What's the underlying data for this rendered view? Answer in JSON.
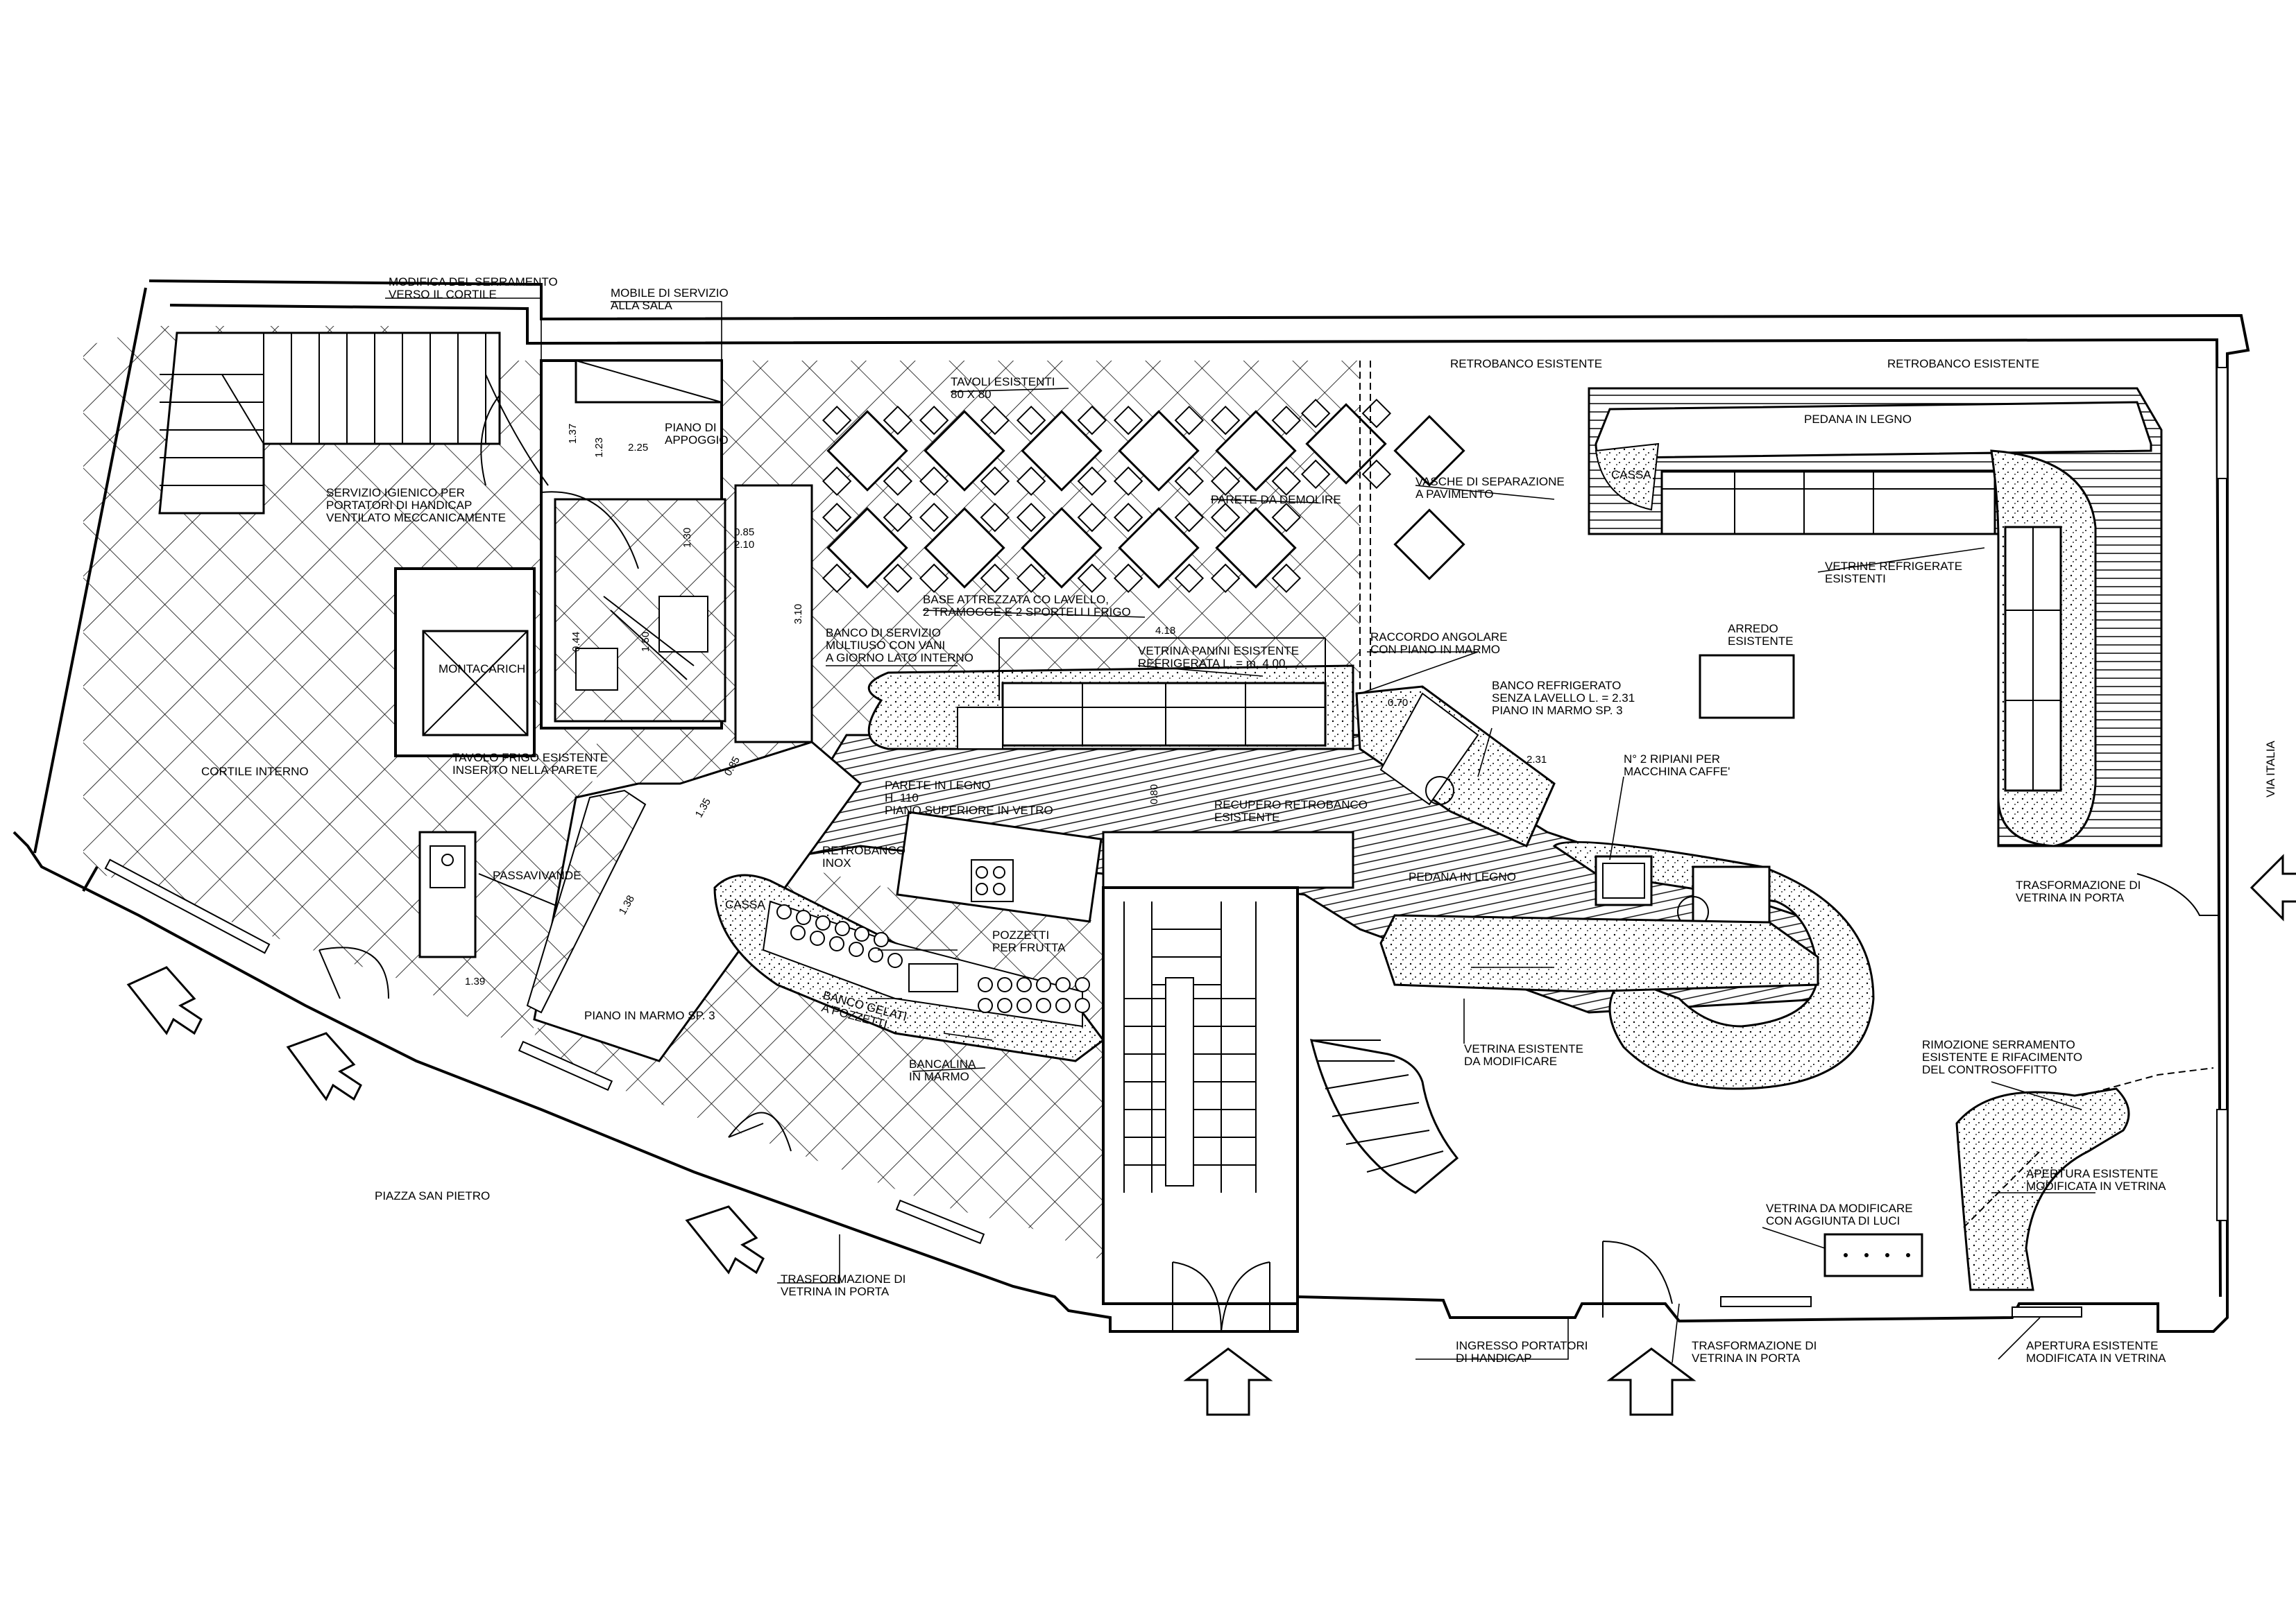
{
  "labels": {
    "modifica_serramento": [
      "MODIFICA DEL SERRAMENTO",
      "VERSO IL CORTILE"
    ],
    "mobile_servizio": [
      "MOBILE DI SERVIZIO",
      "ALLA SALA"
    ],
    "piano_appoggio": [
      "PIANO DI",
      "APPOGGIO"
    ],
    "tavoli_esistenti": [
      "TAVOLI ESISTENTI",
      "80 X 80"
    ],
    "retrobanco_1": "RETROBANCO ESISTENTE",
    "retrobanco_2": "RETROBANCO ESISTENTE",
    "pedana_legno_top": "PEDANA IN LEGNO",
    "cassa_right": "CASSA",
    "vasche_separazione": [
      "VASCHE DI SEPARAZIONE",
      "A PAVIMENTO"
    ],
    "parete_demolire": "PARETE DA DEMOLIRE",
    "servizio_igienico": [
      "SERVIZIO IGIENICO PER",
      "PORTATORI DI HANDICAP",
      "VENTILATO MECCANICAMENTE"
    ],
    "vetrine_refrigerate": [
      "VETRINE REFRIGERATE",
      "ESISTENTI"
    ],
    "base_attrezzata": [
      "BASE ATTREZZATA CO LAVELLO,",
      "2 TRAMOGGE E 2 SPORTELLI FRIGO"
    ],
    "arredo_esistente": [
      "ARREDO",
      "ESISTENTE"
    ],
    "banco_servizio": [
      "BANCO DI SERVIZIO",
      "MULTIUSO CON VANI",
      "A GIORNO LATO INTERNO"
    ],
    "vetrina_panini": [
      "VETRINA PANINI ESISTENTE",
      "REFRIGERATA L. = m. 4.00"
    ],
    "raccordo_angolare": [
      "RACCORDO ANGOLARE",
      "CON PIANO IN MARMO"
    ],
    "montacarichi": "MONTACARICHI",
    "banco_refrigerato": [
      "BANCO REFRIGERATO",
      "SENZA LAVELLO L. = 2.31",
      "PIANO IN MARMO SP. 3"
    ],
    "cortile_interno": "CORTILE INTERNO",
    "tavolo_frigo": [
      "TAVOLO FRIGO ESISTENTE",
      "INSERITO NELLA PARETE"
    ],
    "parete_legno": [
      "PARETE IN LEGNO",
      "H. 110",
      "PIANO SUPERIORE IN VETRO"
    ],
    "recupero_retrobanco": [
      "RECUPERO RETROBANCO",
      "ESISTENTE"
    ],
    "ripiani": [
      "N° 2 RIPIANI PER",
      "MACCHINA CAFFE'"
    ],
    "via_italia": "VIA ITALIA",
    "passavivande": "PASSAVIVANDE",
    "retrobanco_inox": [
      "RETROBANCO",
      "INOX"
    ],
    "cassa_left": "CASSA",
    "pedana_legno_mid": "PEDANA IN LEGNO",
    "trasformazione_right": [
      "TRASFORMAZIONE DI",
      "VETRINA IN PORTA"
    ],
    "pozzetti_frutta": [
      "POZZETTI",
      "PER FRUTTA"
    ],
    "banco_gelati": [
      "BANCO GELATI",
      "A POZZETTI"
    ],
    "piano_marmo_sp3": "PIANO IN MARMO SP. 3",
    "vetrina_modificare": [
      "VETRINA ESISTENTE",
      "DA MODIFICARE"
    ],
    "rimozione_serramento": [
      "RIMOZIONE SERRAMENTO",
      "ESISTENTE E RIFACIMENTO",
      "DEL CONTROSOFFITTO"
    ],
    "bancalina": [
      "BANCALINA",
      "IN MARMO"
    ],
    "apertura_top": [
      "APERTURA ESISTENTE",
      "MODIFICATA IN VETRINA"
    ],
    "piazza_san_pietro": "PIAZZA SAN PIETRO",
    "vetrina_luci": [
      "VETRINA DA MODIFICARE",
      "CON AGGIUNTA DI LUCI"
    ],
    "trasformazione_left": [
      "TRASFORMAZIONE DI",
      "VETRINA IN PORTA"
    ],
    "ingresso_handicap": [
      "INGRESSO PORTATORI",
      "DI HANDICAP"
    ],
    "trasformazione_bottom": [
      "TRASFORMAZIONE DI",
      "VETRINA IN PORTA"
    ],
    "apertura_bottom": [
      "APERTURA ESISTENTE",
      "MODIFICATA IN VETRINA"
    ]
  },
  "dimensions": {
    "d_137": "1.37",
    "d_225": "2.25",
    "d_123": "1.23",
    "d_085": "0.85",
    "d_210": "2.10",
    "d_130": "1.30",
    "d_310": "3.10",
    "d_418": "4.18",
    "d_070": "0.70",
    "d_231": "2.31",
    "d_080": "0.80",
    "d_085b": "0.85",
    "d_135": "1.35",
    "d_138": "1.38",
    "d_139": "1.39",
    "d_044": "0.44",
    "d_150": "1.50"
  }
}
